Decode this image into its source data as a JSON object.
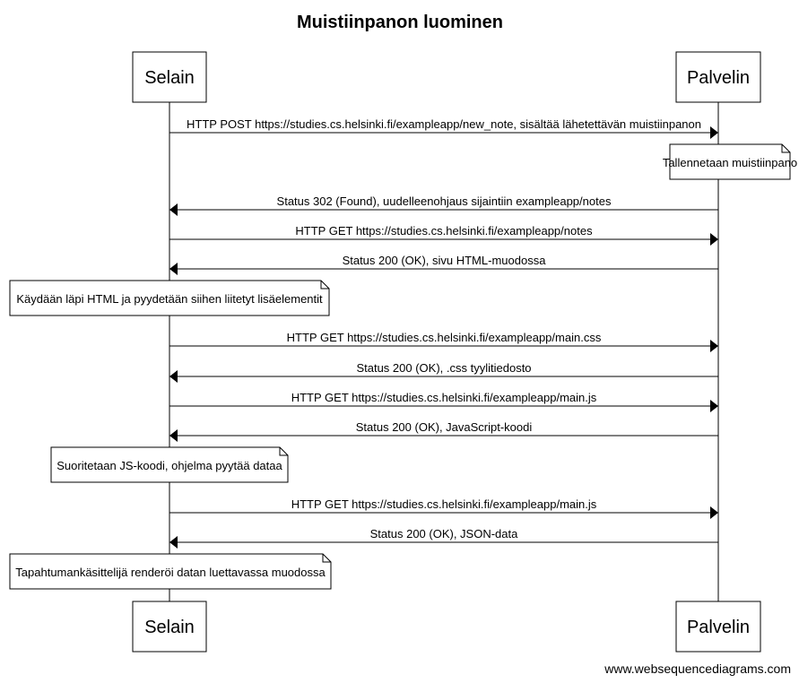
{
  "diagram": {
    "title": "Muistiinpanon luominen",
    "credit": "www.websequencediagrams.com",
    "actors": [
      {
        "id": "selain",
        "label": "Selain"
      },
      {
        "id": "palvelin",
        "label": "Palvelin"
      }
    ],
    "steps": [
      {
        "kind": "message",
        "from": "selain",
        "to": "palvelin",
        "text": "HTTP POST https://studies.cs.helsinki.fi/exampleapp/new_note, sisältää lähetettävän muistiinpanon"
      },
      {
        "kind": "note",
        "over": "palvelin",
        "text": "Tallennetaan muistiinpano"
      },
      {
        "kind": "message",
        "from": "palvelin",
        "to": "selain",
        "text": "Status 302 (Found), uudelleenohjaus sijaintiin exampleapp/notes"
      },
      {
        "kind": "message",
        "from": "selain",
        "to": "palvelin",
        "text": "HTTP GET https://studies.cs.helsinki.fi/exampleapp/notes"
      },
      {
        "kind": "message",
        "from": "palvelin",
        "to": "selain",
        "text": "Status 200 (OK), sivu HTML-muodossa"
      },
      {
        "kind": "note",
        "over": "selain",
        "text": "Käydään läpi HTML ja pyydetään siihen liitetyt lisäelementit"
      },
      {
        "kind": "message",
        "from": "selain",
        "to": "palvelin",
        "text": "HTTP GET https://studies.cs.helsinki.fi/exampleapp/main.css"
      },
      {
        "kind": "message",
        "from": "palvelin",
        "to": "selain",
        "text": "Status 200 (OK), .css tyylitiedosto"
      },
      {
        "kind": "message",
        "from": "selain",
        "to": "palvelin",
        "text": "HTTP GET https://studies.cs.helsinki.fi/exampleapp/main.js"
      },
      {
        "kind": "message",
        "from": "palvelin",
        "to": "selain",
        "text": "Status 200 (OK), JavaScript-koodi"
      },
      {
        "kind": "note",
        "over": "selain",
        "text": "Suoritetaan JS-koodi, ohjelma pyytää dataa"
      },
      {
        "kind": "message",
        "from": "selain",
        "to": "palvelin",
        "text": "HTTP GET https://studies.cs.helsinki.fi/exampleapp/main.js"
      },
      {
        "kind": "message",
        "from": "palvelin",
        "to": "selain",
        "text": "Status 200 (OK), JSON-data"
      },
      {
        "kind": "note",
        "over": "selain",
        "text": "Tapahtumankäsittelijä renderöi datan luettavassa muodossa"
      }
    ]
  }
}
